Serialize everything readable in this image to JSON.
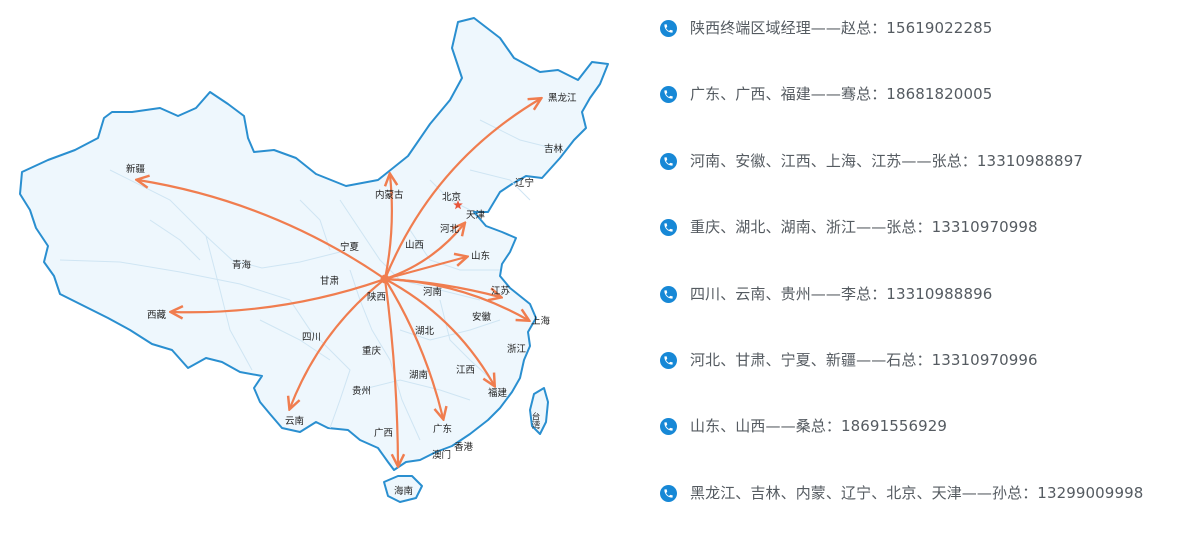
{
  "map": {
    "labels": [
      {
        "id": "xinjiang",
        "text": "新疆"
      },
      {
        "id": "xizang",
        "text": "西藏"
      },
      {
        "id": "qinghai",
        "text": "青海"
      },
      {
        "id": "gansu",
        "text": "甘肃"
      },
      {
        "id": "ningxia",
        "text": "宁夏"
      },
      {
        "id": "neimenggu",
        "text": "内蒙古"
      },
      {
        "id": "heilongjiang",
        "text": "黑龙江"
      },
      {
        "id": "jilin",
        "text": "吉林"
      },
      {
        "id": "liaoning",
        "text": "辽宁"
      },
      {
        "id": "beijing",
        "text": "北京"
      },
      {
        "id": "tianjin",
        "text": "天津"
      },
      {
        "id": "hebei",
        "text": "河北"
      },
      {
        "id": "shanxi",
        "text": "山西"
      },
      {
        "id": "shandong",
        "text": "山东"
      },
      {
        "id": "shaanxi",
        "text": "陕西"
      },
      {
        "id": "henan",
        "text": "河南"
      },
      {
        "id": "jiangsu",
        "text": "江苏"
      },
      {
        "id": "anhui",
        "text": "安徽"
      },
      {
        "id": "shanghai",
        "text": "上海"
      },
      {
        "id": "zhejiang",
        "text": "浙江"
      },
      {
        "id": "hubei",
        "text": "湖北"
      },
      {
        "id": "sichuan",
        "text": "四川"
      },
      {
        "id": "chongqing",
        "text": "重庆"
      },
      {
        "id": "guizhou",
        "text": "贵州"
      },
      {
        "id": "hunan",
        "text": "湖南"
      },
      {
        "id": "jiangxi",
        "text": "江西"
      },
      {
        "id": "fujian",
        "text": "福建"
      },
      {
        "id": "taiwan",
        "text": "台湾"
      },
      {
        "id": "yunnan",
        "text": "云南"
      },
      {
        "id": "guangxi",
        "text": "广西"
      },
      {
        "id": "guangdong",
        "text": "广东"
      },
      {
        "id": "xianggang",
        "text": "香港"
      },
      {
        "id": "aomen",
        "text": "澳门"
      },
      {
        "id": "hainan",
        "text": "海南"
      }
    ],
    "origin": "shaanxi",
    "routes_to": [
      "heilongjiang",
      "xinjiang",
      "neimenggu",
      "hebei",
      "shandong",
      "xizang",
      "jiangsu",
      "shanghai",
      "fujian",
      "guangdong",
      "guangxi",
      "yunnan"
    ],
    "colors": {
      "route": "#f07d4f",
      "outline": "#2a8fd0",
      "land": "#eef7fd",
      "capital_star": "#e8553a"
    }
  },
  "contacts": [
    {
      "text": "陕西终端区域经理——赵总：15619022285",
      "icon": "phone-icon"
    },
    {
      "text": "广东、广西、福建——骞总：18681820005",
      "icon": "phone-icon"
    },
    {
      "text": "河南、安徽、江西、上海、江苏——张总：13310988897",
      "icon": "phone-icon"
    },
    {
      "text": "重庆、湖北、湖南、浙江——张总：13310970998",
      "icon": "phone-icon"
    },
    {
      "text": "四川、云南、贵州——李总：13310988896",
      "icon": "phone-icon"
    },
    {
      "text": "河北、甘肃、宁夏、新疆——石总：13310970996",
      "icon": "phone-icon"
    },
    {
      "text": "山东、山西——桑总：18691556929",
      "icon": "phone-icon"
    },
    {
      "text": "黑龙江、吉林、内蒙、辽宁、北京、天津——孙总：13299009998",
      "icon": "phone-icon"
    }
  ],
  "accent_color": "#1788d6",
  "text_color": "#555b61"
}
